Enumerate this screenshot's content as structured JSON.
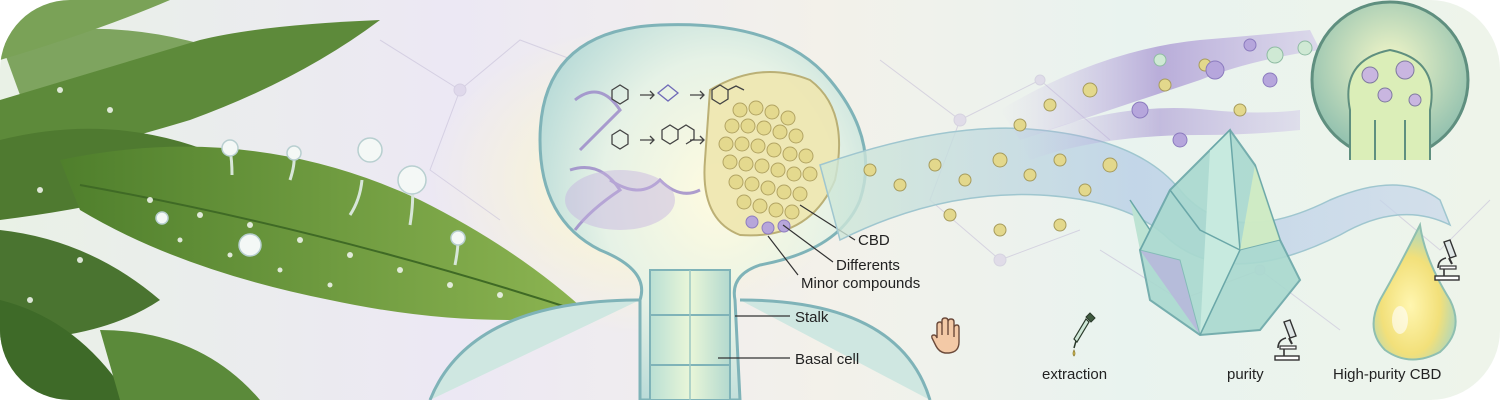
{
  "labels": {
    "cbd": "CBD",
    "differents": "Differents",
    "minor_compounds": "Minor compounds",
    "stalk": "Stalk",
    "basal_cell": "Basal cell",
    "extraction": "extraction",
    "purity": "purity",
    "high_purity_cbd": "High-purity CBD"
  },
  "icons": {
    "hand": "hand-icon",
    "dropper": "dropper-icon",
    "microscope": "microscope-icon",
    "microscope_small": "microscope-icon"
  },
  "colors": {
    "leaf": "#6c9a3c",
    "leaf_dark": "#3f6a25",
    "cell_membrane": "#7fb3b8",
    "vesicle": "#d9d08a",
    "purple_stream": "#a48fd0",
    "crystal": "#9fd0c9",
    "droplet": "#f2e07a"
  }
}
